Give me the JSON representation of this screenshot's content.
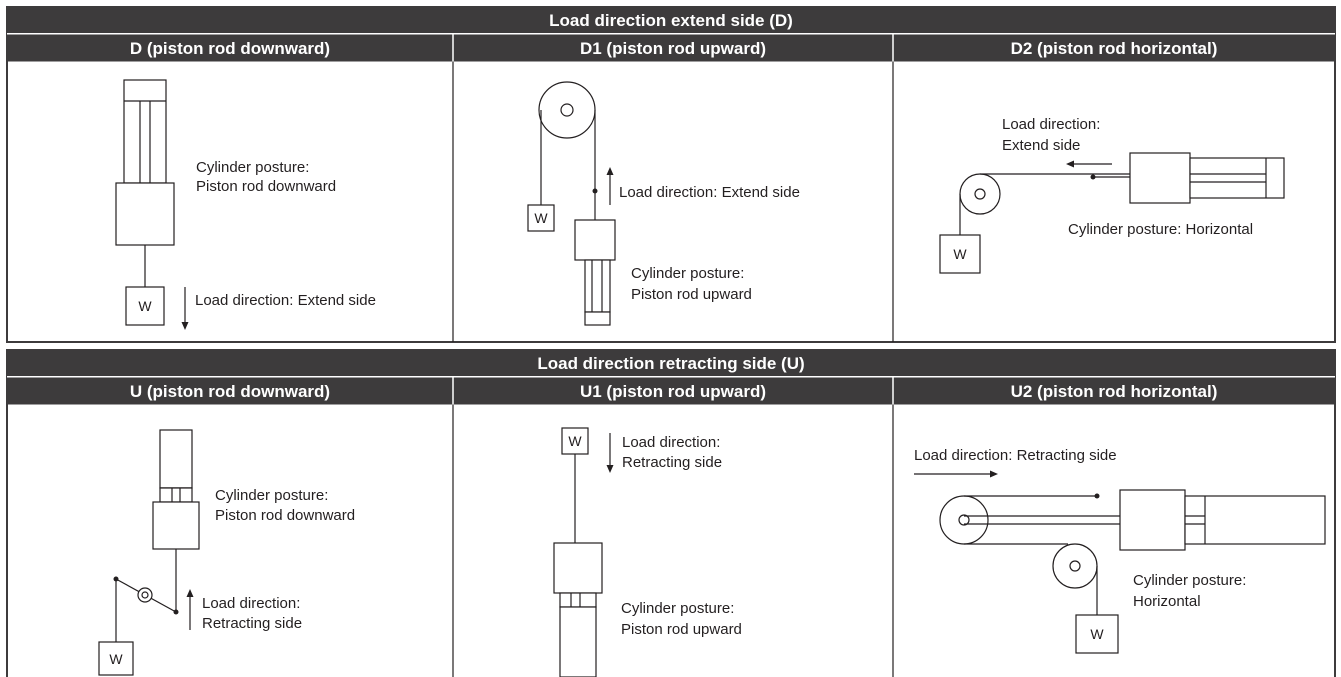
{
  "section_d": {
    "title": "Load direction extend side (D)",
    "columns": [
      "D (piston rod downward)",
      "D1 (piston rod upward)",
      "D2 (piston rod horizontal)"
    ],
    "d": {
      "posture_1": "Cylinder posture:",
      "posture_2": "Piston rod downward",
      "load": "Load direction: Extend side",
      "w": "W"
    },
    "d1": {
      "load": "Load direction: Extend side",
      "posture_1": "Cylinder posture:",
      "posture_2": "Piston rod upward",
      "w": "W"
    },
    "d2": {
      "load_1": "Load direction:",
      "load_2": "Extend side",
      "posture": "Cylinder posture: Horizontal",
      "w": "W"
    }
  },
  "section_u": {
    "title": "Load direction retracting side (U)",
    "columns": [
      "U (piston rod downward)",
      "U1 (piston rod upward)",
      "U2 (piston rod horizontal)"
    ],
    "u": {
      "posture_1": "Cylinder posture:",
      "posture_2": "Piston rod downward",
      "load_1": "Load direction:",
      "load_2": "Retracting side",
      "w": "W"
    },
    "u1": {
      "load_1": "Load direction:",
      "load_2": "Retracting side",
      "posture_1": "Cylinder posture:",
      "posture_2": "Piston rod upward",
      "w": "W"
    },
    "u2": {
      "load": "Load direction: Retracting side",
      "posture_1": "Cylinder posture:",
      "posture_2": "Horizontal",
      "w": "W"
    }
  },
  "colors": {
    "header_bg": "#3d3b3c",
    "header_text": "#ffffff",
    "line": "#231f20"
  }
}
